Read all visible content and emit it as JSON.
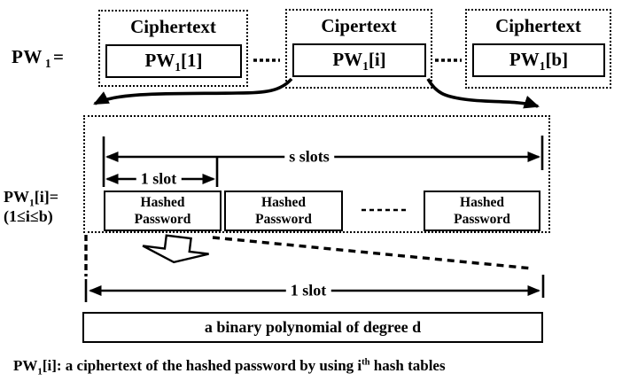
{
  "colors": {
    "ink": "#000000",
    "background": "#ffffff"
  },
  "top_row": {
    "lhs": {
      "base": "PW",
      "sub": "1",
      "eq": "="
    },
    "blocks": [
      {
        "title": "Ciphertext",
        "box_base": "PW",
        "box_sub": "1",
        "box_index": "[1]"
      },
      {
        "title": "Cipertext",
        "box_base": "PW",
        "box_sub": "1",
        "box_index": "[i]"
      },
      {
        "title": "Ciphertext",
        "box_base": "PW",
        "box_sub": "1",
        "box_index": "[b]"
      }
    ]
  },
  "detail": {
    "lhs_line1_base": "PW",
    "lhs_line1_sub": "1",
    "lhs_line1_rest": "[i]=",
    "lhs_line2": "(1≤i≤b)",
    "s_slots_label": "s slots",
    "one_slot_label": "1 slot",
    "hashed_boxes": [
      {
        "line1": "Hashed",
        "line2": "Password"
      },
      {
        "line1": "Hashed",
        "line2": "Password"
      },
      {
        "line1": "Hashed",
        "line2": "Password"
      }
    ]
  },
  "bottom": {
    "one_slot_label": "1 slot",
    "polynomial_label": "a binary polynomial of degree d"
  },
  "caption": {
    "base": "PW",
    "sub": "1",
    "mid": "[i]: a ciphertext of the hashed password by using i",
    "sup": "th",
    "tail": " hash tables"
  }
}
